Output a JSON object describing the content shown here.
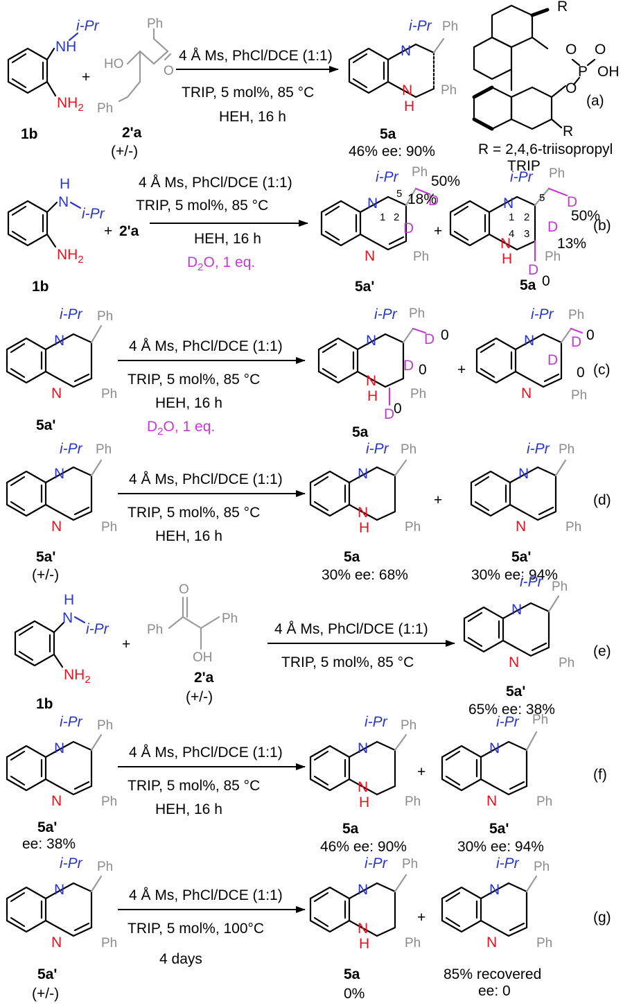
{
  "colors": {
    "nitrogen_alkyl": "#2a36c9",
    "nitrogen_amine": "#e8121f",
    "deuterium": "#c23bd0",
    "phenyl_label": "#8c8c8c"
  },
  "atoms": {
    "iPr": "i-Pr",
    "NH": "NH",
    "NH2": "NH2",
    "N": "N",
    "H": "H",
    "Ph": "Ph",
    "HO": "HO",
    "OH": "OH",
    "O": "O",
    "P": "P",
    "R": "R",
    "D": "D",
    "D2O": "D2O, 1 eq."
  },
  "conditions": {
    "ms": "4 Å Ms, PhCl/DCE (1:1)",
    "trip": "TRIP, 5 mol%, 85 °C",
    "trip100": "TRIP, 5 mol%, 100°C",
    "heh": "HEH, 16 h",
    "days": "4 days",
    "d2o": "D2O, 1 eq."
  },
  "labels": {
    "1b": "1b",
    "2a": "2'a",
    "5a": "5a",
    "5ap": "5a'",
    "rac": "(+/-)",
    "plus": "+"
  },
  "trip_catalyst": {
    "r_def": "R = 2,4,6-triisopropyl",
    "name": "TRIP"
  },
  "panels": [
    {
      "tag": "(a)",
      "yield": "46%  ee: 90%"
    },
    {
      "tag": "(b)",
      "d_5a_prime": [
        "50%",
        "18%"
      ],
      "d_5a": [
        "50%",
        "13%",
        "0"
      ],
      "nums": [
        "5",
        "1",
        "2",
        "5",
        "1",
        "2",
        "3",
        "4"
      ]
    },
    {
      "tag": "(c)",
      "zeros": [
        "0",
        "0",
        "0",
        "0",
        "0"
      ]
    },
    {
      "tag": "(d)",
      "yield_5a": "30% ee: 68%",
      "yield_5ap": "30% ee: 94%"
    },
    {
      "tag": "(e)",
      "yield": "65% ee: 38%"
    },
    {
      "tag": "(f)",
      "start_ee": "ee: 38%",
      "yield_5a": "46% ee: 90%",
      "yield_5ap": "30% ee: 94%"
    },
    {
      "tag": "(g)",
      "yield_5a": "0%",
      "recovered": "85% recovered",
      "ee": "ee: 0"
    }
  ]
}
